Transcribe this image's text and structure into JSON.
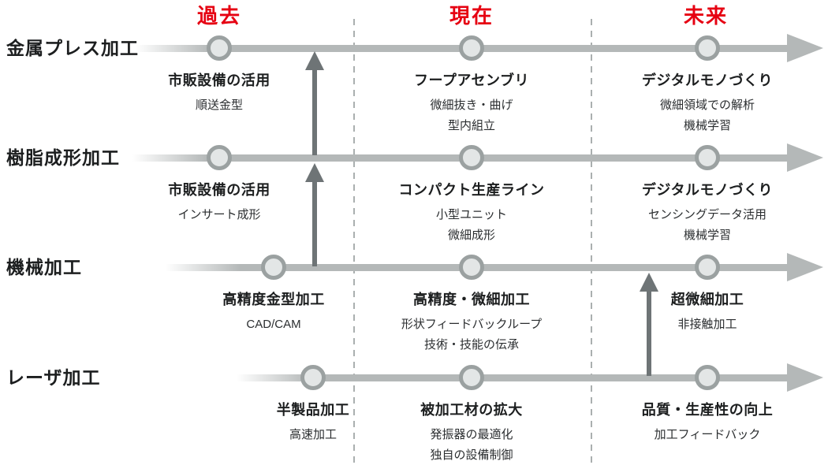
{
  "diagram": {
    "periods": [
      {
        "label": "過去"
      },
      {
        "label": "現在"
      },
      {
        "label": "未来"
      }
    ],
    "rows": [
      {
        "label": "金属プレス加工",
        "milestones": [
          {
            "period": "過去",
            "title": "市販設備の活用",
            "details": [
              "順送金型"
            ]
          },
          {
            "period": "現在",
            "title": "フープアセンブリ",
            "details": [
              "微細抜き・曲げ",
              "型内組立"
            ]
          },
          {
            "period": "未来",
            "title": "デジタルモノづくり",
            "details": [
              "微細領域での解析",
              "機械学習"
            ]
          }
        ]
      },
      {
        "label": "樹脂成形加工",
        "milestones": [
          {
            "period": "過去",
            "title": "市販設備の活用",
            "details": [
              "インサート成形"
            ]
          },
          {
            "period": "現在",
            "title": "コンパクト生産ライン",
            "details": [
              "小型ユニット",
              "微細成形"
            ]
          },
          {
            "period": "未来",
            "title": "デジタルモノづくり",
            "details": [
              "センシングデータ活用",
              "機械学習"
            ]
          }
        ]
      },
      {
        "label": "機械加工",
        "milestones": [
          {
            "period": "過去",
            "title": "高精度金型加工",
            "details": [
              "CAD/CAM"
            ]
          },
          {
            "period": "現在",
            "title": "高精度・微細加工",
            "details": [
              "形状フィードバックループ",
              "技術・技能の伝承"
            ]
          },
          {
            "period": "未来",
            "title": "超微細加工",
            "details": [
              "非接触加工"
            ]
          }
        ]
      },
      {
        "label": "レーザ加工",
        "milestones": [
          {
            "period": "過去",
            "title": "半製品加工",
            "details": [
              "高速加工"
            ]
          },
          {
            "period": "現在",
            "title": "被加工材の拡大",
            "details": [
              "発振器の最適化",
              "独自の設備制御"
            ]
          },
          {
            "period": "未来",
            "title": "品質・生産性の向上",
            "details": [
              "加工フィードバック"
            ]
          }
        ]
      }
    ],
    "transfer_arrows": [
      {
        "from_row": "樹脂成形加工",
        "to_row": "金属プレス加工"
      },
      {
        "from_row": "機械加工",
        "to_row": "樹脂成形加工"
      },
      {
        "from_row": "レーザ加工",
        "to_row": "機械加工"
      }
    ],
    "colors": {
      "period_heading": "#e60012",
      "timeline": "#b4b8b8",
      "node_ring": "#9ba1a1",
      "node_fill": "#e3e6e6",
      "transfer_arrow": "#6e7476",
      "text": "#1c1e1f"
    }
  }
}
